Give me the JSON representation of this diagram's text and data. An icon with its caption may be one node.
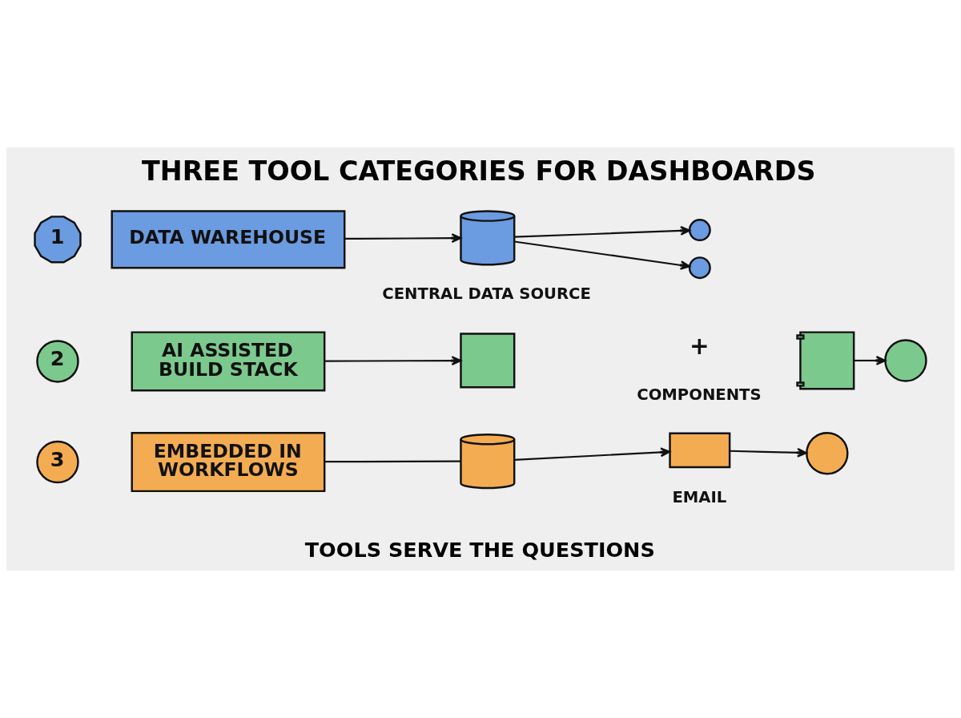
{
  "diagram": {
    "title": "THREE TOOL CATEGORIES FOR DASHBOARDS",
    "caption": "TOOLS SERVE THE QUESTIONS",
    "nodes": [
      {
        "text": [
          "1"
        ]
      },
      {
        "text": [
          "DATA WAREHOUSE"
        ]
      },
      {
        "text": [],
        "shape": "cylinder",
        "beside": [
          "CENTRAL DATA SOURCE"
        ]
      },
      {
        "text": [],
        "shape": "circle"
      },
      {
        "text": [],
        "shape": "circle"
      },
      {
        "text": [
          "2"
        ]
      },
      {
        "text": [
          "AI ASSISTED BUILD STACK"
        ]
      },
      {
        "text": [],
        "shape": "box"
      },
      {
        "text": [],
        "shape": "picture"
      },
      {
        "text": [],
        "shape": "circle"
      },
      {
        "text": [
          "3"
        ]
      },
      {
        "text": [
          "EMBEDDED IN WORKFLOWS"
        ]
      },
      {
        "text": [],
        "shape": "cylinder"
      },
      {
        "text": [],
        "shape": "envelope",
        "beside": [
          "EMAIL"
        ]
      },
      {
        "text": [],
        "shape": "circle"
      }
    ],
    "edges": [
      {
        "from": 1,
        "to": 2,
        "arrow": "to"
      },
      {
        "from": 2,
        "to": 3,
        "arrow": "to"
      },
      {
        "from": 2,
        "to": 4,
        "arrow": "to"
      },
      {
        "from": 6,
        "to": 7,
        "arrow": "to"
      },
      {
        "from": 8,
        "to": 9,
        "arrow": "to"
      },
      {
        "from": 11,
        "to": 12,
        "arrow": "none"
      },
      {
        "from": 12,
        "to": 13,
        "arrow": "to"
      },
      {
        "from": 13,
        "to": 14,
        "arrow": "to"
      }
    ],
    "labels": [
      "+",
      "COMPONENTS"
    ]
  }
}
